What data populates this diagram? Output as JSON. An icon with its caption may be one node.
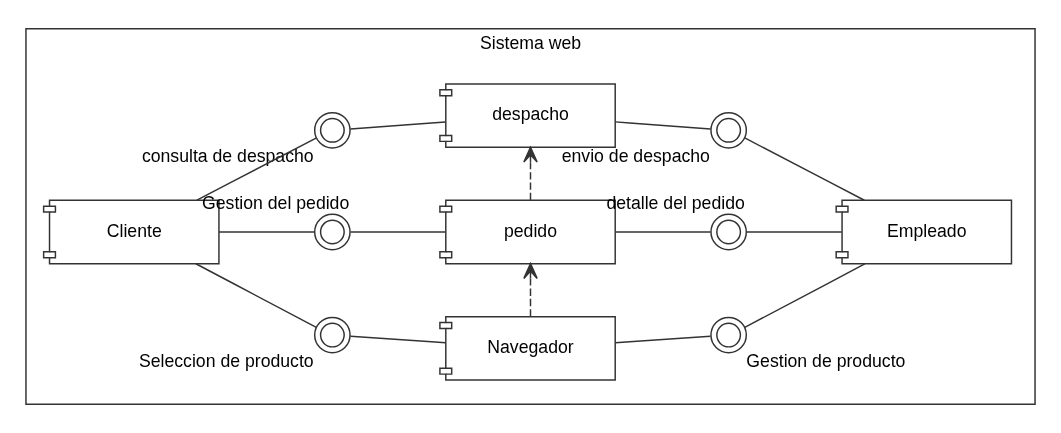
{
  "diagram": {
    "nodes": [
      {
        "text": [
          "Sistema web"
        ]
      },
      {
        "text": [
          "Seleccion de producto"
        ],
        "in": 0
      },
      {
        "text": [
          "Navegador"
        ],
        "in": 0
      },
      {
        "text": [
          "Gestion de producto"
        ],
        "in": 0
      },
      {
        "text": [
          "Cliente"
        ],
        "in": 0
      },
      {
        "text": [
          "pedido"
        ],
        "in": 0
      },
      {
        "text": [
          "Gestion del pedido"
        ],
        "in": 0
      },
      {
        "text": [
          "detalle del pedido"
        ],
        "in": 0
      },
      {
        "text": [
          "Empleado"
        ],
        "in": 0
      },
      {
        "text": [
          "despacho"
        ],
        "in": 0
      },
      {
        "text": [
          "consulta de despacho"
        ],
        "in": 0
      },
      {
        "text": [
          "envio de despacho"
        ],
        "in": 0
      }
    ],
    "edges": [
      {
        "from": 4,
        "to": 1,
        "arrow": "none"
      },
      {
        "from": 2,
        "to": 1,
        "arrow": "none"
      },
      {
        "from": 2,
        "to": 3,
        "arrow": "none"
      },
      {
        "from": 8,
        "to": 3,
        "arrow": "none"
      },
      {
        "from": 4,
        "to": 6,
        "arrow": "none"
      },
      {
        "from": 5,
        "to": 6,
        "arrow": "none"
      },
      {
        "from": 5,
        "to": 7,
        "arrow": "none"
      },
      {
        "from": 8,
        "to": 7,
        "arrow": "none"
      },
      {
        "from": 4,
        "to": 10,
        "arrow": "none"
      },
      {
        "from": 9,
        "to": 10,
        "arrow": "none"
      },
      {
        "from": 9,
        "to": 11,
        "arrow": "none"
      },
      {
        "from": 8,
        "to": 11,
        "arrow": "none"
      },
      {
        "from": 2,
        "to": 5,
        "arrow": "to",
        "style": "dashed"
      },
      {
        "from": 5,
        "to": 9,
        "arrow": "to",
        "style": "dashed"
      }
    ]
  }
}
